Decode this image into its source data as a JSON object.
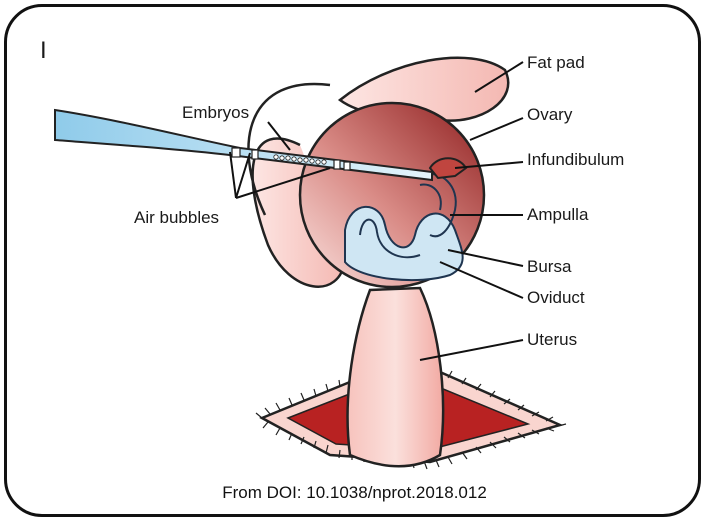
{
  "panel_letter": "I",
  "labels": {
    "fat_pad": "Fat pad",
    "ovary": "Ovary",
    "infundibulum": "Infundibulum",
    "ampulla": "Ampulla",
    "bursa": "Bursa",
    "oviduct": "Oviduct",
    "uterus": "Uterus",
    "embryos": "Embryos",
    "air_bubbles": "Air bubbles"
  },
  "caption": "From DOI: 10.1038/nprot.2018.012",
  "colors": {
    "tissue_dark": "#9b2a2a",
    "tissue_light": "#f6c6c0",
    "pipette": "#a9d8ef",
    "wound": "#b82222"
  }
}
